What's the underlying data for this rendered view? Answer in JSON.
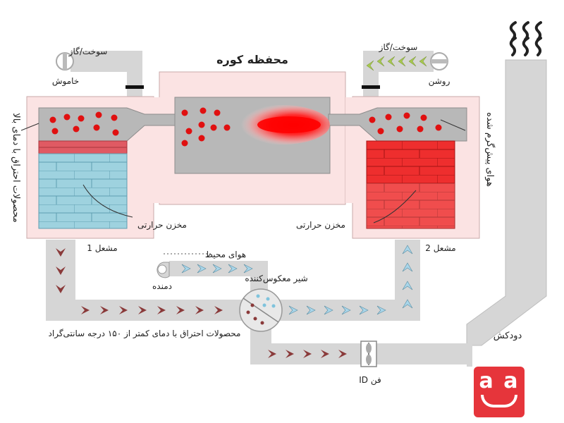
{
  "labels": {
    "furnace_chamber": "محفظه کوره",
    "fuel_gas_left": "سوخت/گاز",
    "fuel_gas_right": "سوخت/گاز",
    "state_off": "خاموش",
    "state_on": "روشن",
    "hot_combustion_products": "محصولات احتراق با دمای بالا",
    "preheated_air": "هوای پیش‌گرم شده",
    "regenerator_left": "مخزن حرارتی",
    "regenerator_right": "مخزن حرارتی",
    "burner_1": "مشعل 1",
    "burner_2": "مشعل 2",
    "ambient_air": "هوای محیط",
    "blower": "دمنده",
    "reversing_valve": "شیر معکوس‌کننده",
    "cool_combustion_products": "محصولات احتراق با دمای کمتر از ۱۵۰ درجه سانتی‌گراد",
    "chimney": "دودکش",
    "id_fan": "ID فن"
  },
  "colors": {
    "shell": "#fbe3e3",
    "shell_stroke": "#c9a9a9",
    "duct": "#d6d6d6",
    "chamber": "#b8b8b8",
    "flame": "#ff1a1a",
    "cold_brick": "#9ed2df",
    "hot_brick": "#ef2b2b",
    "cold_brick_top": "#e05a63",
    "arrow_dark": "#8a3a3a",
    "arrow_light": "#a9d6ea",
    "arrow_fuel": "#a8c850",
    "logo_red": "#e6353b"
  },
  "logo_text": "a a",
  "icons": [
    "valve-off-icon",
    "valve-on-icon",
    "blower-icon",
    "reversing-valve-icon",
    "id-fan-icon",
    "smoke-icon",
    "logo-icon"
  ]
}
